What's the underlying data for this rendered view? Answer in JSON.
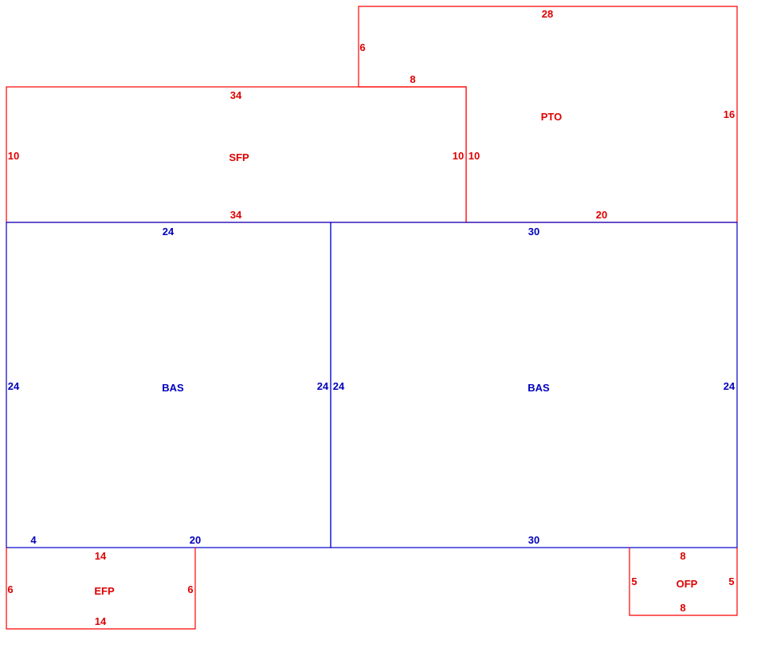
{
  "colors": {
    "red": "#dd0000",
    "blue": "#0000bb"
  },
  "areas": {
    "pto": {
      "name": "PTO",
      "top": "28",
      "left": "6",
      "step": "8",
      "right": "16",
      "bottom": "20",
      "left_lower": "10"
    },
    "sfp": {
      "name": "SFP",
      "top": "34",
      "left": "10",
      "right": "10",
      "bottom": "34"
    },
    "bas_left": {
      "name": "BAS",
      "top": "24",
      "left": "24",
      "right": "24",
      "bottom_a": "4",
      "bottom_b": "20"
    },
    "bas_right": {
      "name": "BAS",
      "top": "30",
      "left": "24",
      "right": "24",
      "bottom": "30"
    },
    "efp": {
      "name": "EFP",
      "top": "14",
      "left": "6",
      "right": "6",
      "bottom": "14"
    },
    "ofp": {
      "name": "OFP",
      "top": "8",
      "left": "5",
      "right": "5",
      "bottom": "8"
    }
  }
}
